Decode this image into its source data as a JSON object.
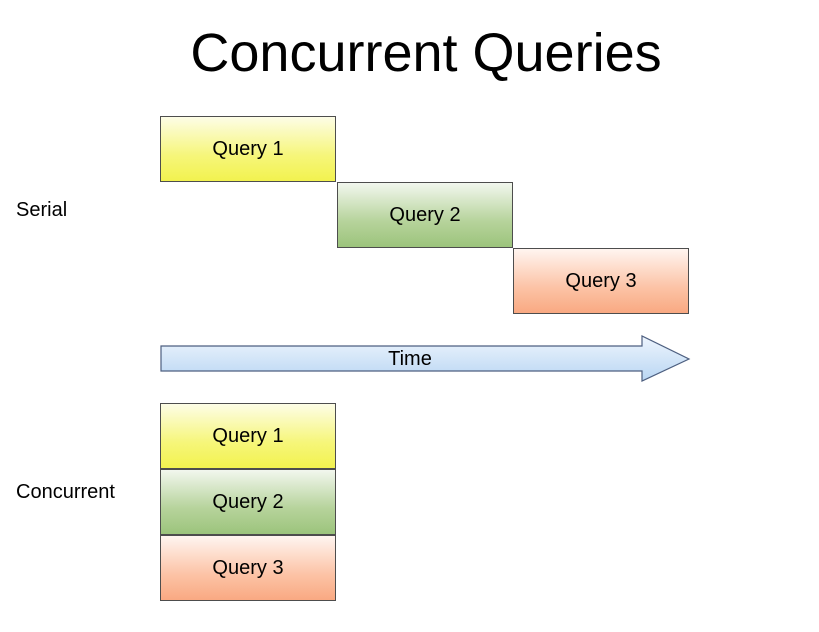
{
  "title": "Concurrent Queries",
  "serial": {
    "label": "Serial",
    "queries": [
      "Query 1",
      "Query 2",
      "Query 3"
    ]
  },
  "time_arrow": {
    "label": "Time"
  },
  "concurrent": {
    "label": "Concurrent",
    "queries": [
      "Query 1",
      "Query 2",
      "Query 3"
    ]
  },
  "colors": {
    "query1": "#f2f24f",
    "query2": "#9cc47c",
    "query3": "#f9a982",
    "arrow": "#cfe3f7",
    "border": "#4d4d4d"
  }
}
